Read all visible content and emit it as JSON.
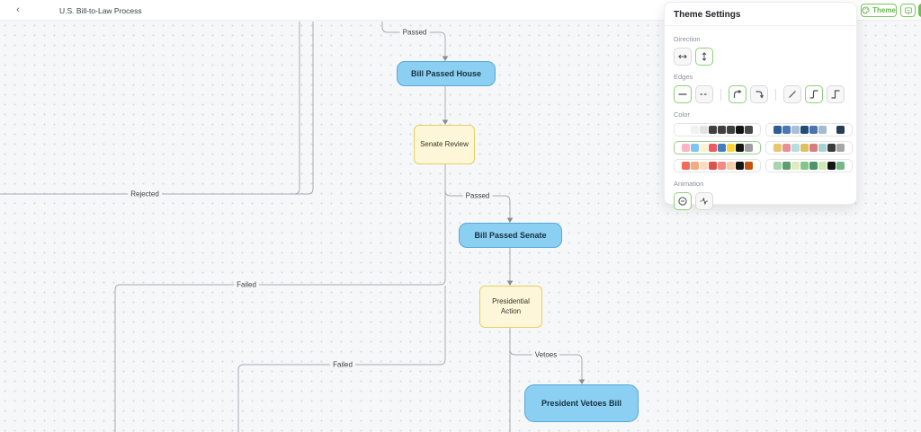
{
  "toolbar": {
    "back_chevron": "‹",
    "title": "U.S. Bill-to-Law Process",
    "theme_button_label": "Theme",
    "accent_green": "#6abf4f"
  },
  "theme_panel": {
    "title": "Theme Settings",
    "direction_label": "Direction",
    "edges_label": "Edges",
    "color_label": "Color",
    "animation_label": "Animation",
    "direction_options": [
      "horizontal",
      "vertical"
    ],
    "direction_selected": "vertical",
    "edge_style_selected": [
      "solid",
      "curve",
      "smoothstep"
    ],
    "animation_selected": "none",
    "palettes": [
      {
        "name": "grayscale",
        "selected": false,
        "colors": [
          "#ffffff",
          "#f2f2f2",
          "#e2e2e2",
          "#3f3f3f",
          "#3f3f3f",
          "#3f3f3f",
          "#121212",
          "#474747"
        ]
      },
      {
        "name": "blues",
        "selected": false,
        "colors": [
          "#2d5f94",
          "#4a78b5",
          "#abbfd6",
          "#1f4e78",
          "#4a74ae",
          "#a4bad1",
          "#ffffff",
          "#263c59"
        ]
      },
      {
        "name": "bright",
        "selected": true,
        "colors": [
          "#ffb3c6",
          "#7cc6f0",
          "#fdf3cf",
          "#ed5a64",
          "#3f7fc1",
          "#ffd43a",
          "#151515",
          "#9e9e9e"
        ]
      },
      {
        "name": "warm-muted",
        "selected": false,
        "colors": [
          "#e7c66e",
          "#e89098",
          "#b5dde2",
          "#dfc05e",
          "#d67f82",
          "#a6d3d2",
          "#3a3a3a",
          "#a6a6a6"
        ]
      },
      {
        "name": "reds",
        "selected": false,
        "colors": [
          "#f26a5a",
          "#f7a87e",
          "#fcdcc0",
          "#e04f48",
          "#f28a84",
          "#f7cba6",
          "#141414",
          "#c2540f"
        ]
      },
      {
        "name": "greens",
        "selected": false,
        "colors": [
          "#a8d5ad",
          "#5f9d72",
          "#deedc0",
          "#82c785",
          "#4e9467",
          "#cfe8b5",
          "#141414",
          "#74b985"
        ]
      }
    ]
  },
  "diagram": {
    "node_colors": {
      "blue_fill": "#8bcff2",
      "blue_border": "#57a8d7",
      "yellow_fill": "#fdf6d8",
      "yellow_border": "#e5d15f"
    },
    "nodes": [
      {
        "id": "bill-passed-house",
        "label": "Bill Passed House",
        "type": "blue"
      },
      {
        "id": "senate-review",
        "label": "Senate Review",
        "type": "yellow"
      },
      {
        "id": "bill-passed-senate",
        "label": "Bill Passed Senate",
        "type": "blue"
      },
      {
        "id": "presidential-action",
        "label": "Presidential Action",
        "type": "yellow"
      },
      {
        "id": "president-vetoes-bill",
        "label": "President Vetoes Bill",
        "type": "blue"
      }
    ],
    "edge_labels": [
      {
        "id": "passed-house",
        "text": "Passed"
      },
      {
        "id": "rejected",
        "text": "Rejected"
      },
      {
        "id": "passed-senate",
        "text": "Passed"
      },
      {
        "id": "failed-1",
        "text": "Failed"
      },
      {
        "id": "failed-2",
        "text": "Failed"
      },
      {
        "id": "vetoes",
        "text": "Vetoes"
      }
    ]
  }
}
